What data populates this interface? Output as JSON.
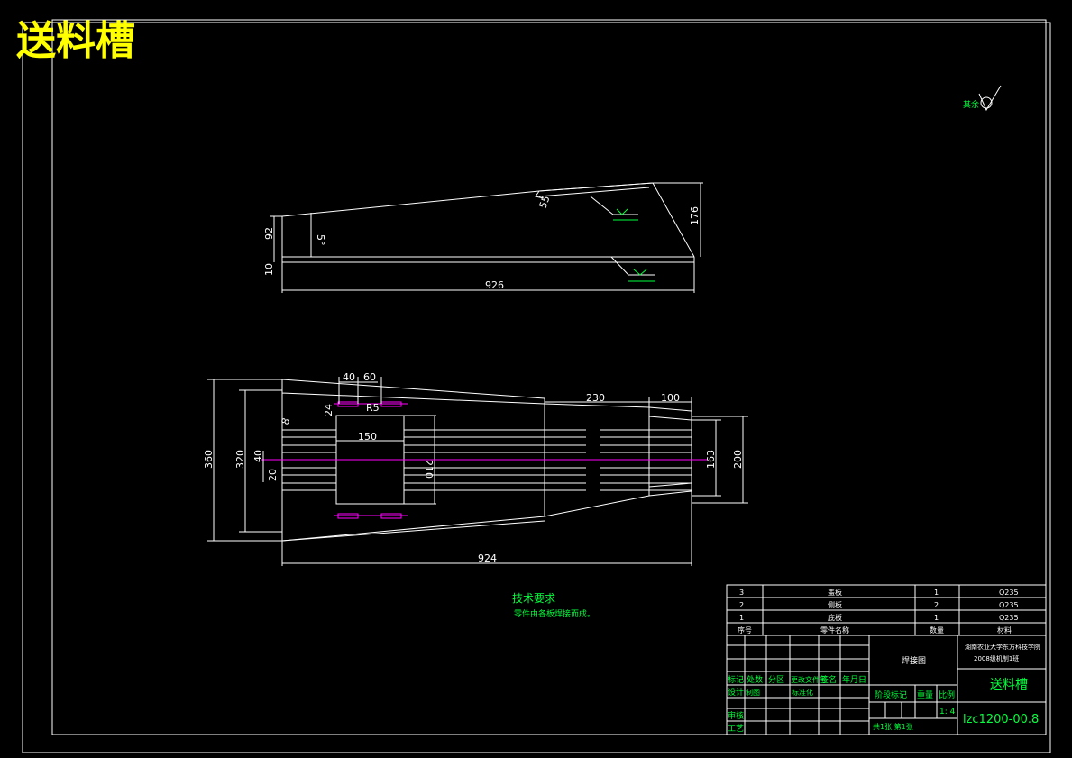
{
  "title": "送料槽",
  "surface": "其余",
  "notes": {
    "heading": "技术要求",
    "line1": "零件由各板焊接而成。"
  },
  "side_view": {
    "d92": "92",
    "d10": "10",
    "angle": "5°",
    "d176": "176",
    "d926": "926",
    "d55": "55"
  },
  "top_view": {
    "d40": "40",
    "d60": "60",
    "d230": "230",
    "d100": "100",
    "d24": "24",
    "r5": "R5",
    "d150": "150",
    "d360": "360",
    "d320": "320",
    "d40b": "40",
    "d20": "20",
    "d210": "210",
    "d163": "163",
    "d200": "200",
    "d924": "924",
    "d8": "8"
  },
  "bom": {
    "rows": [
      {
        "no": "3",
        "name": "盖板",
        "qty": "1",
        "mat": "Q235"
      },
      {
        "no": "2",
        "name": "侧板",
        "qty": "2",
        "mat": "Q235"
      },
      {
        "no": "1",
        "name": "底板",
        "qty": "1",
        "mat": "Q235"
      }
    ],
    "header": {
      "no": "序号",
      "name": "零件名称",
      "qty": "数量",
      "mat": "材料"
    }
  },
  "titleblock": {
    "drawing_type": "焊接图",
    "school1": "湖南农业大学东方科技学院",
    "school2": "2008级机制1班",
    "part_name": "送料槽",
    "code": "lzc1200-00.8",
    "h_mark": "标记",
    "h_count": "处数",
    "h_zone": "分区",
    "h_docno": "更改文件号",
    "h_sign": "签名",
    "h_date": "年月日",
    "h_design": "设计",
    "h_check": "制图",
    "h_std": "标准化",
    "h_stage": "阶段标记",
    "h_weight": "重量",
    "h_scale": "比例",
    "h_review": "审核",
    "h_process": "工艺",
    "scale": "1: 4",
    "sheet": "共1张 第1张"
  }
}
